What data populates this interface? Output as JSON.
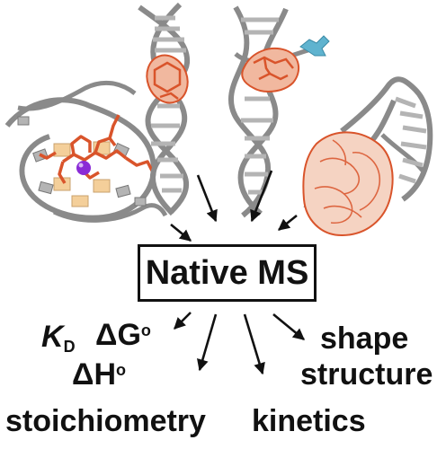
{
  "center_label": "Native MS",
  "outputs": {
    "kd": {
      "main": "K",
      "sub": "D"
    },
    "dg": {
      "main": "ΔG",
      "sup": "o"
    },
    "dh": {
      "main": "ΔH",
      "sup": "o"
    },
    "shape": "shape",
    "structure": "structure",
    "stoichiometry": "stoichiometry",
    "kinetics": "kinetics"
  },
  "colors": {
    "backbone": "#8a8a8a",
    "base": "#b4b4b4",
    "ligand": "#d9542b",
    "ligand_fill": "#f1b89f",
    "ion": "#8a2bd6",
    "tag": "#5fb3cf",
    "tetrad": "#f4cf9a"
  },
  "structures": [
    {
      "name": "g-quadruplex-ligand-structure"
    },
    {
      "name": "duplex-intercalator-structure"
    },
    {
      "name": "duplex-groove-binder-structure"
    },
    {
      "name": "rna-protein-complex-structure"
    }
  ]
}
